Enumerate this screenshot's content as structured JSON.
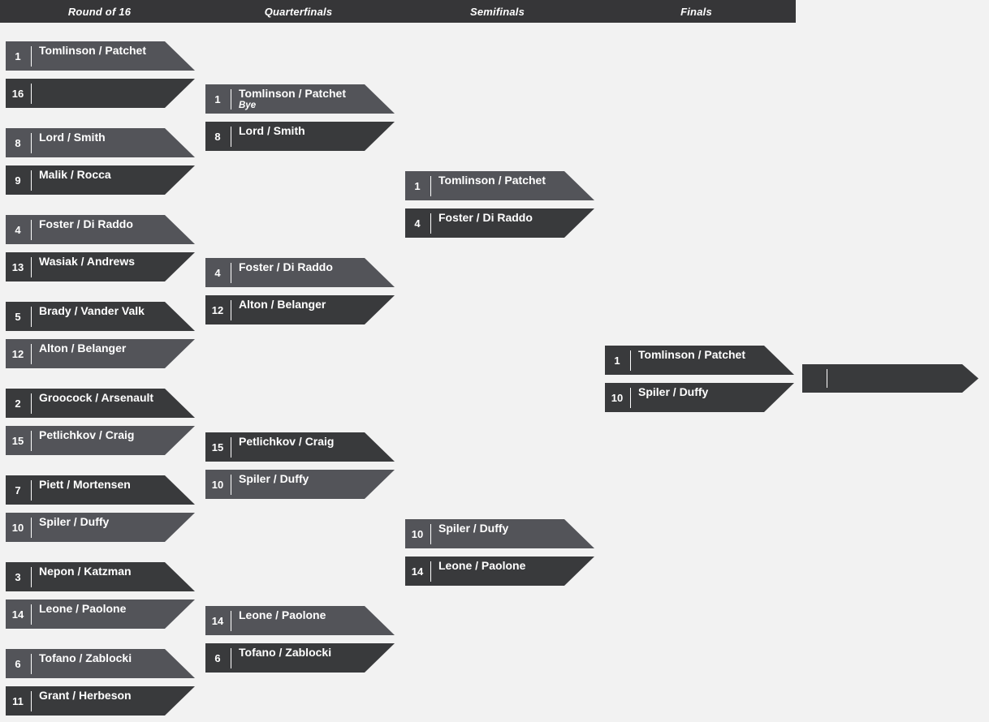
{
  "colors": {
    "background": "#f2f2f2",
    "header_bg": "#363638",
    "winner_bg": "#535459",
    "loser_bg": "#393a3c",
    "text": "#ffffff"
  },
  "rounds": [
    {
      "label": "Round of 16",
      "matches": [
        {
          "slots": [
            {
              "seed": "1",
              "team": "Tomlinson / Patchet",
              "note": "",
              "state": "winner"
            },
            {
              "seed": "16",
              "team": "",
              "note": "",
              "state": "loser"
            }
          ]
        },
        {
          "slots": [
            {
              "seed": "8",
              "team": "Lord / Smith",
              "note": "",
              "state": "winner"
            },
            {
              "seed": "9",
              "team": "Malik / Rocca",
              "note": "",
              "state": "loser"
            }
          ]
        },
        {
          "slots": [
            {
              "seed": "4",
              "team": "Foster / Di Raddo",
              "note": "",
              "state": "winner"
            },
            {
              "seed": "13",
              "team": "Wasiak / Andrews",
              "note": "",
              "state": "loser"
            }
          ]
        },
        {
          "slots": [
            {
              "seed": "5",
              "team": "Brady / Vander Valk",
              "note": "",
              "state": "loser"
            },
            {
              "seed": "12",
              "team": "Alton / Belanger",
              "note": "",
              "state": "winner"
            }
          ]
        },
        {
          "slots": [
            {
              "seed": "2",
              "team": "Groocock / Arsenault",
              "note": "",
              "state": "loser"
            },
            {
              "seed": "15",
              "team": "Petlichkov / Craig",
              "note": "",
              "state": "winner"
            }
          ]
        },
        {
          "slots": [
            {
              "seed": "7",
              "team": "Piett / Mortensen",
              "note": "",
              "state": "loser"
            },
            {
              "seed": "10",
              "team": "Spiler / Duffy",
              "note": "",
              "state": "winner"
            }
          ]
        },
        {
          "slots": [
            {
              "seed": "3",
              "team": "Nepon / Katzman",
              "note": "",
              "state": "loser"
            },
            {
              "seed": "14",
              "team": "Leone / Paolone",
              "note": "",
              "state": "winner"
            }
          ]
        },
        {
          "slots": [
            {
              "seed": "6",
              "team": "Tofano / Zablocki",
              "note": "",
              "state": "winner"
            },
            {
              "seed": "11",
              "team": "Grant / Herbeson",
              "note": "",
              "state": "loser"
            }
          ]
        }
      ]
    },
    {
      "label": "Quarterfinals",
      "matches": [
        {
          "slots": [
            {
              "seed": "1",
              "team": "Tomlinson / Patchet",
              "note": "Bye",
              "state": "winner"
            },
            {
              "seed": "8",
              "team": "Lord / Smith",
              "note": "",
              "state": "loser"
            }
          ]
        },
        {
          "slots": [
            {
              "seed": "4",
              "team": "Foster / Di Raddo",
              "note": "",
              "state": "winner"
            },
            {
              "seed": "12",
              "team": "Alton / Belanger",
              "note": "",
              "state": "loser"
            }
          ]
        },
        {
          "slots": [
            {
              "seed": "15",
              "team": "Petlichkov / Craig",
              "note": "",
              "state": "loser"
            },
            {
              "seed": "10",
              "team": "Spiler / Duffy",
              "note": "",
              "state": "winner"
            }
          ]
        },
        {
          "slots": [
            {
              "seed": "14",
              "team": "Leone / Paolone",
              "note": "",
              "state": "winner"
            },
            {
              "seed": "6",
              "team": "Tofano / Zablocki",
              "note": "",
              "state": "loser"
            }
          ]
        }
      ]
    },
    {
      "label": "Semifinals",
      "matches": [
        {
          "slots": [
            {
              "seed": "1",
              "team": "Tomlinson / Patchet",
              "note": "",
              "state": "winner"
            },
            {
              "seed": "4",
              "team": "Foster / Di Raddo",
              "note": "",
              "state": "loser"
            }
          ]
        },
        {
          "slots": [
            {
              "seed": "10",
              "team": "Spiler / Duffy",
              "note": "",
              "state": "winner"
            },
            {
              "seed": "14",
              "team": "Leone / Paolone",
              "note": "",
              "state": "loser"
            }
          ]
        }
      ]
    },
    {
      "label": "Finals",
      "matches": [
        {
          "slots": [
            {
              "seed": "1",
              "team": "Tomlinson / Patchet",
              "note": "",
              "state": "pending"
            },
            {
              "seed": "10",
              "team": "Spiler / Duffy",
              "note": "",
              "state": "pending"
            }
          ]
        }
      ]
    }
  ],
  "champion": {
    "seed": "",
    "team": ""
  }
}
